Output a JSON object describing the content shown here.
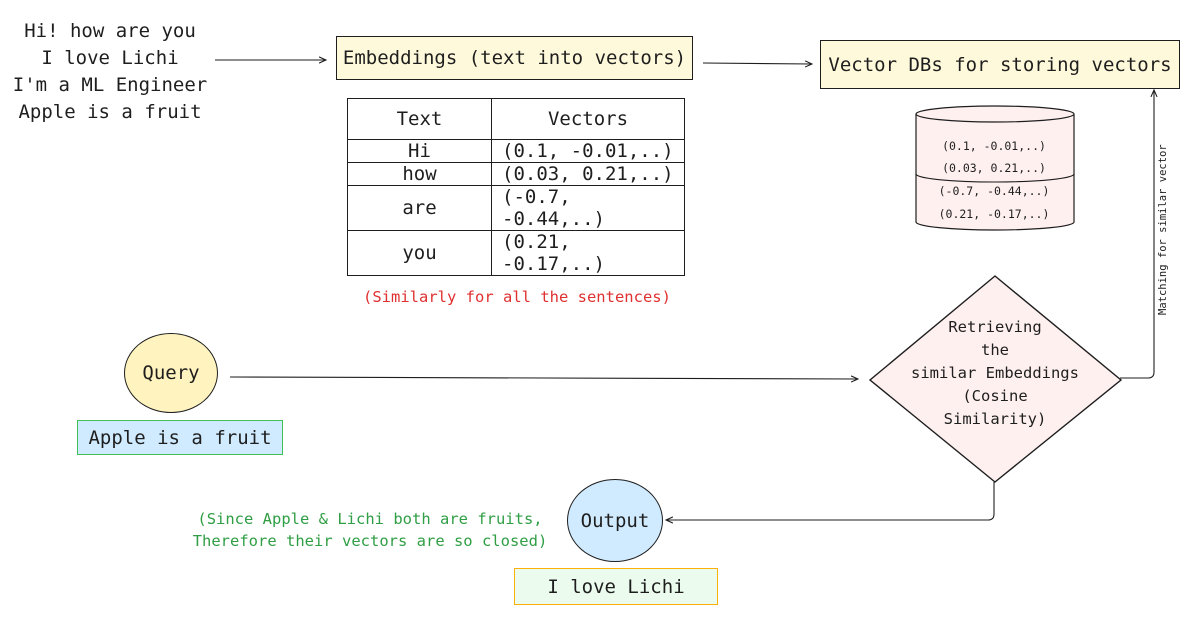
{
  "input_sentences": [
    "Hi! how are you",
    "I love Lichi",
    "I'm a ML Engineer",
    "Apple is a fruit"
  ],
  "embeddings_box": "Embeddings (text into vectors)",
  "vector_db_box": "Vector DBs for storing vectors",
  "table": {
    "headers": [
      "Text",
      "Vectors"
    ],
    "rows": [
      {
        "text": "Hi",
        "vector": "(0.1, -0.01,..)"
      },
      {
        "text": "how",
        "vector": "(0.03, 0.21,..)"
      },
      {
        "text": "are",
        "vector": "(-0.7, -0.44,..)"
      },
      {
        "text": "you",
        "vector": "(0.21, -0.17,..)"
      }
    ]
  },
  "table_note": "(Similarly for all the sentences)",
  "db_vectors": [
    "(0.1, -0.01,..)",
    "(0.03, 0.21,..)",
    "(-0.7, -0.44,..)",
    "(0.21, -0.17,..)"
  ],
  "query": {
    "label": "Query",
    "text": "Apple is a fruit"
  },
  "retrieval": {
    "lines": [
      "Retrieving",
      "the",
      "similar Embeddings",
      "(Cosine",
      "Similarity)"
    ]
  },
  "side_label": "Matching for similar vector",
  "output": {
    "label": "Output",
    "text": "I love Lichi"
  },
  "output_note": [
    "(Since Apple & Lichi both are fruits,",
    "Therefore their vectors are so closed)"
  ],
  "colors": {
    "yellow_fill": "#fff9db",
    "query_fill": "#fff3bf",
    "blue_fill": "#d0ebff",
    "green_fill": "#ebfbee",
    "diamond_fill": "#fff0f0",
    "red_text": "#e03131",
    "green_text": "#2f9e44"
  }
}
